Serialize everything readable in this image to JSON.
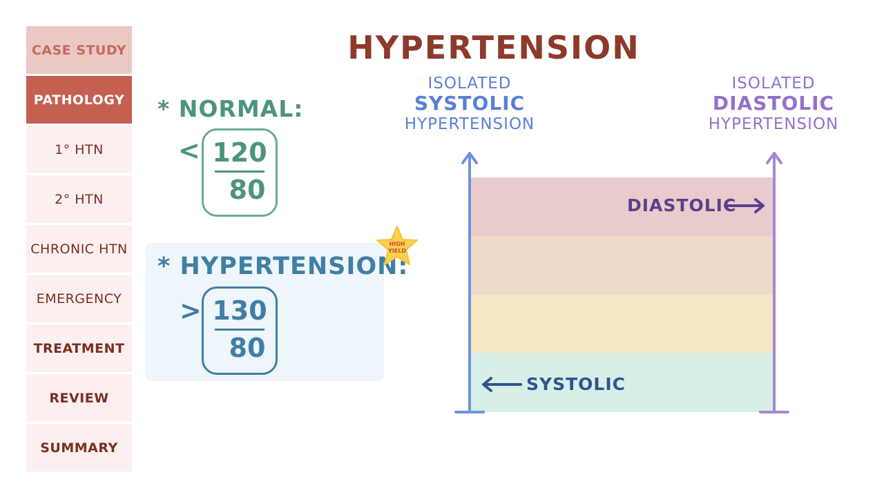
{
  "sidebar": {
    "items": [
      {
        "label": "CASE STUDY"
      },
      {
        "label": "PATHOLOGY"
      },
      {
        "label": "1° HTN"
      },
      {
        "label": "2° HTN"
      },
      {
        "label": "CHRONIC HTN"
      },
      {
        "label": "EMERGENCY"
      },
      {
        "label": "TREATMENT"
      },
      {
        "label": "REVIEW"
      },
      {
        "label": "SUMMARY"
      }
    ]
  },
  "title": "HYPERTENSION",
  "normal": {
    "bullet": "*",
    "label": "NORMAL:",
    "symbol": "<",
    "numerator": "120",
    "denominator": "80"
  },
  "hypertension": {
    "bullet": "*",
    "label": "HYPERTENSION:",
    "symbol": ">",
    "numerator": "130",
    "denominator": "80",
    "badge_line1": "HIGH",
    "badge_line2": "YIELD"
  },
  "chart": {
    "left_heading": {
      "line1": "ISOLATED",
      "line2": "SYSTOLIC",
      "line3": "HYPERTENSION"
    },
    "right_heading": {
      "line1": "ISOLATED",
      "line2": "DIASTOLIC",
      "line3": "HYPERTENSION"
    },
    "diastolic_label": "DIASTOLIC",
    "systolic_label": "SYSTOLIC"
  },
  "colors": {
    "accent_red": "#c46052",
    "title": "#8e3a2b",
    "normal_green": "#4e9380",
    "htn_blue": "#3f7fa3",
    "systolic_blue": "#5a7fd6",
    "diastolic_purple": "#9470cc",
    "star": "#f7d24a"
  }
}
